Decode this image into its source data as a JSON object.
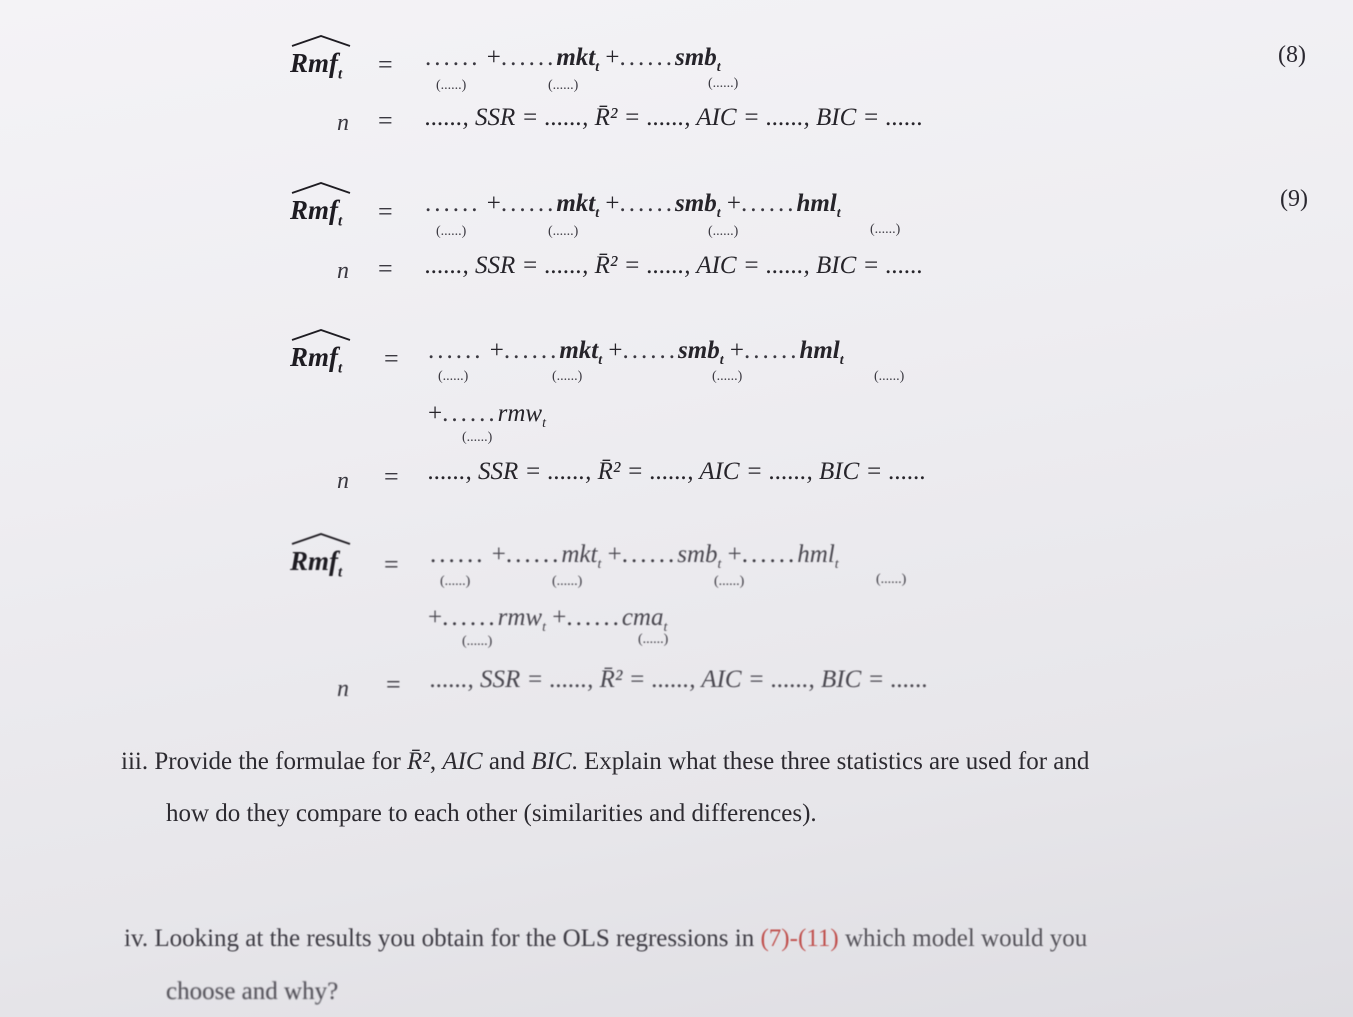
{
  "equations": [
    {
      "number": "(8)",
      "lhs": "Rmf",
      "lhs_sub": "t",
      "equals": "=",
      "rhs_line1": {
        "parts": [
          "......",
          "+",
          "......",
          "mkt",
          "t",
          "+",
          "......",
          "smb",
          "t"
        ]
      },
      "se_line1": [
        "(......)",
        "(......)",
        "(......)"
      ],
      "stats": {
        "n_label": "n",
        "equals": "=",
        "text": "......, SSR = ......, R̄² = ......, AIC = ......, BIC = ......"
      }
    },
    {
      "number": "(9)",
      "lhs": "Rmf",
      "lhs_sub": "t",
      "equals": "=",
      "rhs_line1": {
        "parts": [
          "......",
          "+",
          "......",
          "mkt",
          "t",
          "+",
          "......",
          "smb",
          "t",
          "+",
          "......",
          "hml",
          "t"
        ]
      },
      "se_line1": [
        "(......)",
        "(......)",
        "(......)",
        "(......)"
      ],
      "stats": {
        "n_label": "n",
        "equals": "=",
        "text": "......, SSR = ......, R̄² = ......, AIC = ......, BIC = ......"
      }
    },
    {
      "number": "",
      "lhs": "Rmf",
      "lhs_sub": "t",
      "equals": "=",
      "rhs_line1": {
        "parts": [
          "......",
          "+",
          "......",
          "mkt",
          "t",
          "+",
          "......",
          "smb",
          "t",
          "+",
          "......",
          "hml",
          "t"
        ]
      },
      "se_line1": [
        "(......)",
        "(......)",
        "(......)",
        "(......)"
      ],
      "rhs_line2": {
        "parts": [
          "+",
          "......",
          "rmw",
          "t"
        ]
      },
      "se_line2": [
        "(......)"
      ],
      "stats": {
        "n_label": "n",
        "equals": "=",
        "text": "......, SSR = ......, R̄² = ......, AIC = ......, BIC = ......"
      }
    },
    {
      "number": "",
      "lhs": "Rmf",
      "lhs_sub": "t",
      "equals": "=",
      "rhs_line1": {
        "parts": [
          "......",
          "+",
          "......",
          "mkt",
          "t",
          "+",
          "......",
          "smb",
          "t",
          "+",
          "......",
          "hml",
          "t"
        ]
      },
      "se_line1": [
        "(......)",
        "(......)",
        "(......)",
        "(......)"
      ],
      "rhs_line2": {
        "parts": [
          "+",
          "......",
          "rmw",
          "t",
          "+",
          "......",
          "cma",
          "t"
        ]
      },
      "se_line2": [
        "(......)",
        "(......)"
      ],
      "stats": {
        "n_label": "n",
        "equals": "=",
        "text": "......, SSR = ......, R̄² = ......, AIC = ......, BIC = ......"
      }
    }
  ],
  "questions": [
    {
      "marker": "iii.",
      "line1_pre": "Provide the formulae for ",
      "line1_r2": "R̄²",
      "line1_mid": ", ",
      "line1_aic": "AIC",
      "line1_and": " and ",
      "line1_bic": "BIC",
      "line1_post": ". Explain what these three statistics are used for and",
      "line2": "how do they compare to each other (similarities and differences)."
    },
    {
      "marker": "iv.",
      "line1_pre": "Looking at the results you obtain for the OLS regressions in ",
      "line1_ref": "(7)-(11)",
      "line1_post": " which model would you",
      "line2": "choose and why?"
    }
  ]
}
